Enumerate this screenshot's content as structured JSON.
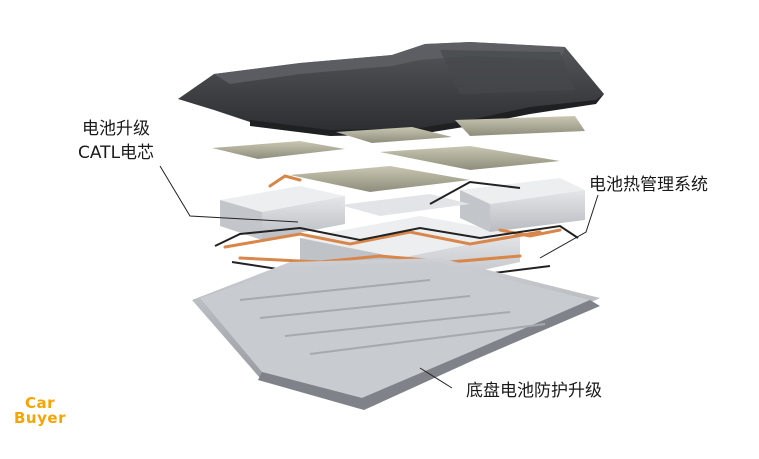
{
  "callouts": {
    "cell_upgrade_line1": "电池升级",
    "cell_upgrade_line2": "CATL电芯",
    "thermal_management": "电池热管理系统",
    "bottom_protection": "底盘电池防护升级"
  },
  "logo": {
    "line1": "Car",
    "line2": "Buyer"
  },
  "colors": {
    "casing": "#3a3b3e",
    "cells": "#d4d6d9",
    "cooling_pipes": "#d8864a",
    "tray": "#b8bcc2",
    "logo": "#f5a400"
  }
}
